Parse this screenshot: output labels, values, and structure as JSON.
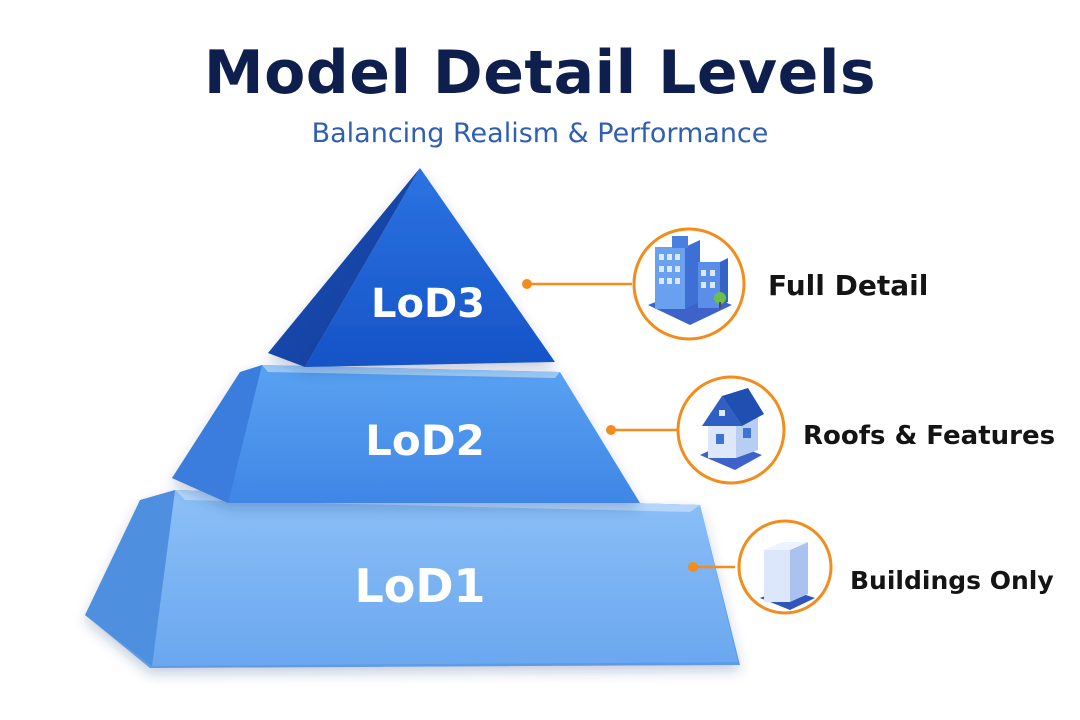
{
  "header": {
    "title": "Model Detail Levels",
    "subtitle": "Balancing Realism & Performance"
  },
  "levels": [
    {
      "id": "lod3",
      "label": "LoD3",
      "description": "Full Detail",
      "icon": "office-building-icon"
    },
    {
      "id": "lod2",
      "label": "LoD2",
      "description": "Roofs & Features",
      "icon": "house-icon"
    },
    {
      "id": "lod1",
      "label": "LoD1",
      "description": "Buildings Only",
      "icon": "block-cube-icon"
    }
  ],
  "colors": {
    "title": "#0f1f4d",
    "subtitle": "#2f5fb3",
    "lod3": "#1f63d6",
    "lod2": "#4a95ee",
    "lod1": "#7db6f4",
    "connector": "#f28c1c"
  }
}
